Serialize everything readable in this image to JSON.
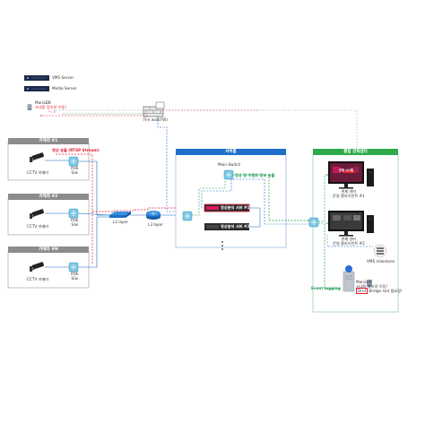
{
  "servers": {
    "vms_server": "VMS Server",
    "media_server": "Media Server",
    "mariadb": "MariaDB",
    "mariadb_note": "사내망 장부로 이동!",
    "firewall": "Fire wall(FW)"
  },
  "camera_groups": [
    {
      "title": "카메라 #1",
      "camera_label": "CCTV 카메라",
      "poe_label": "POE\nS/w"
    },
    {
      "title": "카메라 #2",
      "camera_label": "CCTV 카메라",
      "poe_label": "POE\nS/w"
    },
    {
      "title": "카메라 #N",
      "camera_label": "CCTV 카메라",
      "poe_label": "POE\nS/w"
    }
  ],
  "stream_label": "영상 송출 (RTSP Stream)",
  "network": {
    "l2": "L2 layer",
    "l3": "L3 layer"
  },
  "server_room": {
    "title": "서버룸",
    "main_switch": "Main Switch",
    "analysis_server_1": "영상분석 서버 #1",
    "analysis_server_2": "영상분석 서버 #2",
    "flow_label": "영상 및 이벤트 정보 송출"
  },
  "control_center": {
    "title": "통합 관제센터",
    "screen_text": "관제 시스템",
    "monitor_1": "관제 센터\n운영 클라이언트 #1",
    "monitor_2": "관제 센터\n운영 클라이언트 #2",
    "vms_milestone": "VMS milestone",
    "event_logging": "Event logging",
    "mariadb": "MariaDB",
    "mariadb_note_1": "사내망 장부로 이동!",
    "mariadb_note_2a": "Druf",
    "mariadb_note_2b": "Bridge 서버 필요함!"
  },
  "colors": {
    "red": "#e11d2e",
    "green": "#1f9d55",
    "blue": "#1565c0",
    "header_gray": "#8c8c8c",
    "server_room_header": "#1e6fc8",
    "control_header": "#2eaa4a"
  }
}
